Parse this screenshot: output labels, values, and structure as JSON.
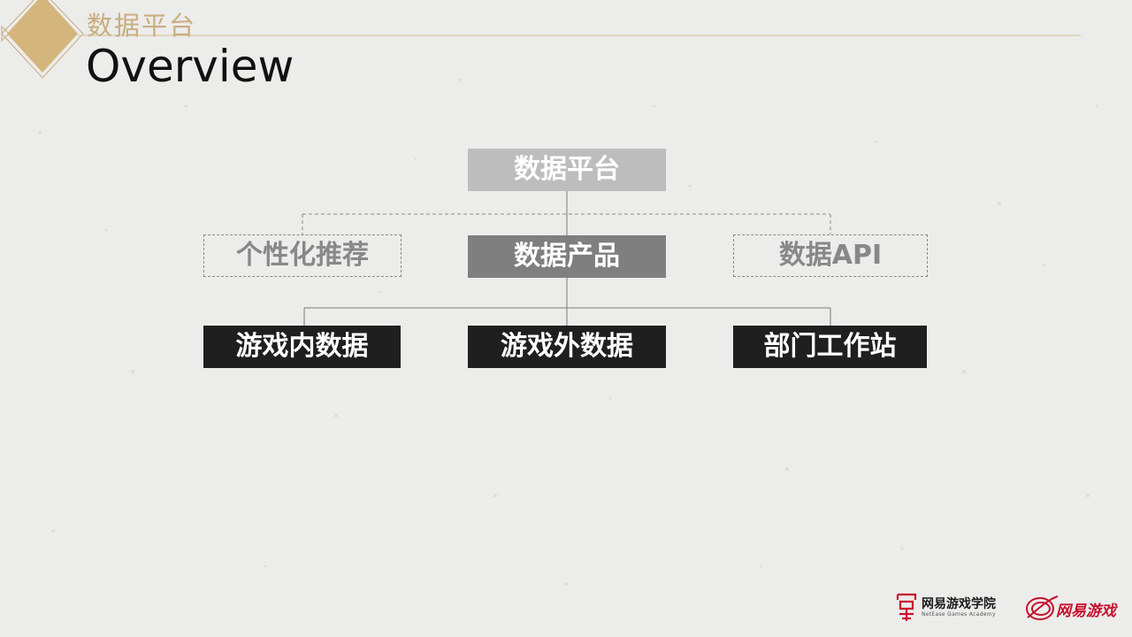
{
  "header": {
    "section_title": "数据平台",
    "page_title": "Overview"
  },
  "diagram": {
    "root": "数据平台",
    "middle": [
      "个性化推荐",
      "数据产品",
      "数据API"
    ],
    "bottom": [
      "游戏内数据",
      "游戏外数据",
      "部门工作站"
    ]
  },
  "footer": {
    "academy_name": "网易游戏学院",
    "academy_sub": "NetEase Games Academy",
    "games_logo_text": "网易游戏"
  },
  "colors": {
    "accent_gold": "#c8ad7e",
    "background": "#ececeb",
    "root_box": "#bdbdbd",
    "product_box": "#7f7f7f",
    "dark_box": "#1f1f1f",
    "logo_red": "#c8102e"
  }
}
